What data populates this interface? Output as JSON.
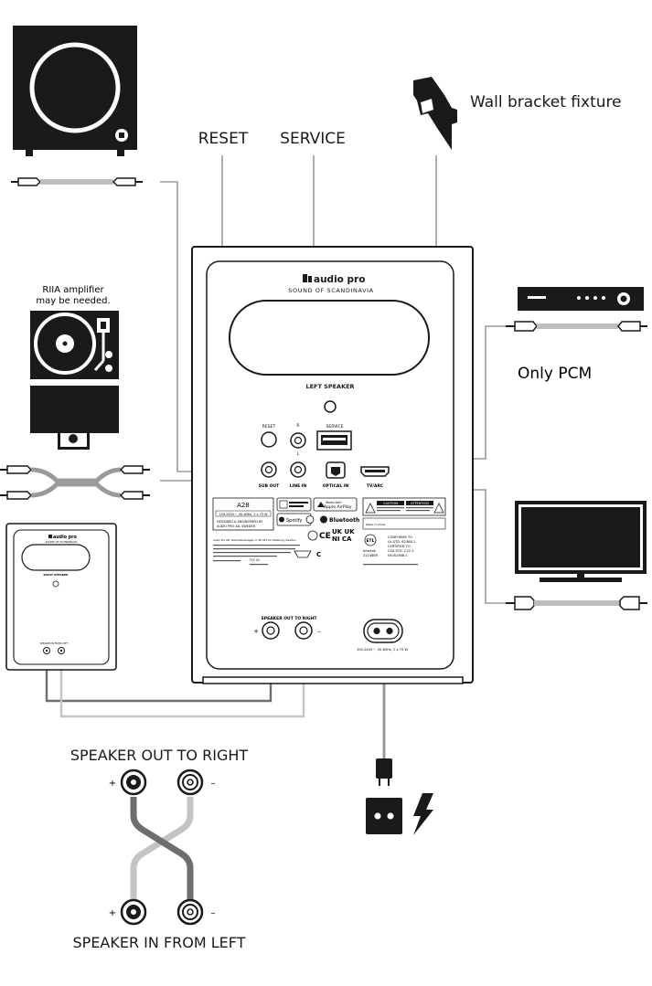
{
  "labels": {
    "reset": "RESET",
    "service": "SERVICE",
    "wall_bracket": "Wall bracket fixture",
    "riia": [
      "RIIA amplifier",
      "may be needed."
    ],
    "only_pcm": "Only PCM",
    "speaker_out_to_right": "SPEAKER OUT TO RIGHT",
    "speaker_in_from_left": "SPEAKER IN FROM LEFT",
    "plus": "+",
    "minus": "–"
  },
  "speaker": {
    "brand": "audio pro",
    "tagline": "SOUND OF SCANDINAVIA",
    "left_speaker": "LEFT SPEAKER",
    "reset": "RESET",
    "r": "R",
    "l": "L",
    "service": "SERVICE",
    "sub_out": "SUB OUT",
    "line_in": "LINE IN",
    "optical_in": "OPTICAL IN",
    "tv_arc": "TV/ARC",
    "speaker_out_to_right": "SPEAKER OUT TO RIGHT",
    "power_rating": "100-240V~, 50-60Hz, 2 x 75 W",
    "model": "A28",
    "model_rating": "100-240V~, 50-60Hz, 2 x 75 W",
    "designed_by": "DESIGNED & ENGINEERED BY",
    "designed_by_2": "AUDIO PRO AB, SWEDEN",
    "airplay_small": "Works with",
    "airplay": "Apple AirPlay",
    "spotify": "Spotify",
    "bluetooth": "Bluetooth",
    "ukca": "UK UK",
    "ukca_2": "NI CA",
    "caution": "CAUTION",
    "attention": "ATTENTION",
    "conforms": "CONFORMS TO",
    "conforms_2": "UL STD. 62368-1",
    "certified": "CERTIFIED TO",
    "certified_2": "CSA STD. C22.2",
    "certified_3": "NO.62368-1",
    "intertek": "Intertek",
    "intertek_no": "3114869",
    "fcc": "FCC ID",
    "made_in": "Made in China",
    "fine_print": "Audio Pro AB, Gamlestadsvägen 4, SE-415 02 Göteborg, Sweden"
  },
  "small_speaker": {
    "brand": "audio pro",
    "tagline": "SOUND OF SCANDINAVIA",
    "right_speaker": "RIGHT SPEAKER",
    "speaker_in": "SPEAKER IN FROM LEFT"
  },
  "colors": {
    "ink": "#1a1a1a",
    "cable_dark": "#6e6e6e",
    "cable_light": "#bdbdbd",
    "line": "#9a9a9a",
    "speaker_body": "#ffffff"
  },
  "icons": [
    "subwoofer-icon",
    "turntable-icon",
    "amplifier-icon",
    "media-player-icon",
    "tv-icon",
    "wall-bracket-icon",
    "power-plug-icon",
    "power-outlet-icon",
    "lightning-icon"
  ]
}
